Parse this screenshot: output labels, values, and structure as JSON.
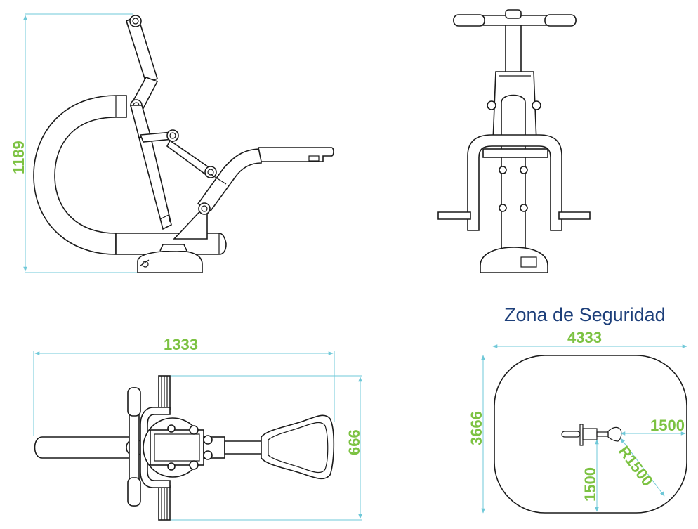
{
  "views": {
    "side": {
      "height_label": "1189"
    },
    "top": {
      "length_label": "1333",
      "width_label": "666"
    },
    "safety": {
      "title": "Zona de Seguridad",
      "width_label": "4333",
      "height_label": "3666",
      "right_label": "1500",
      "radius_label": "R1500",
      "bottom_label": "1500"
    }
  },
  "colors": {
    "dimension_text": "#7cc242",
    "dimension_line": "#6fc8d8",
    "title": "#1d3f7a",
    "outline": "#1a1a1a"
  }
}
